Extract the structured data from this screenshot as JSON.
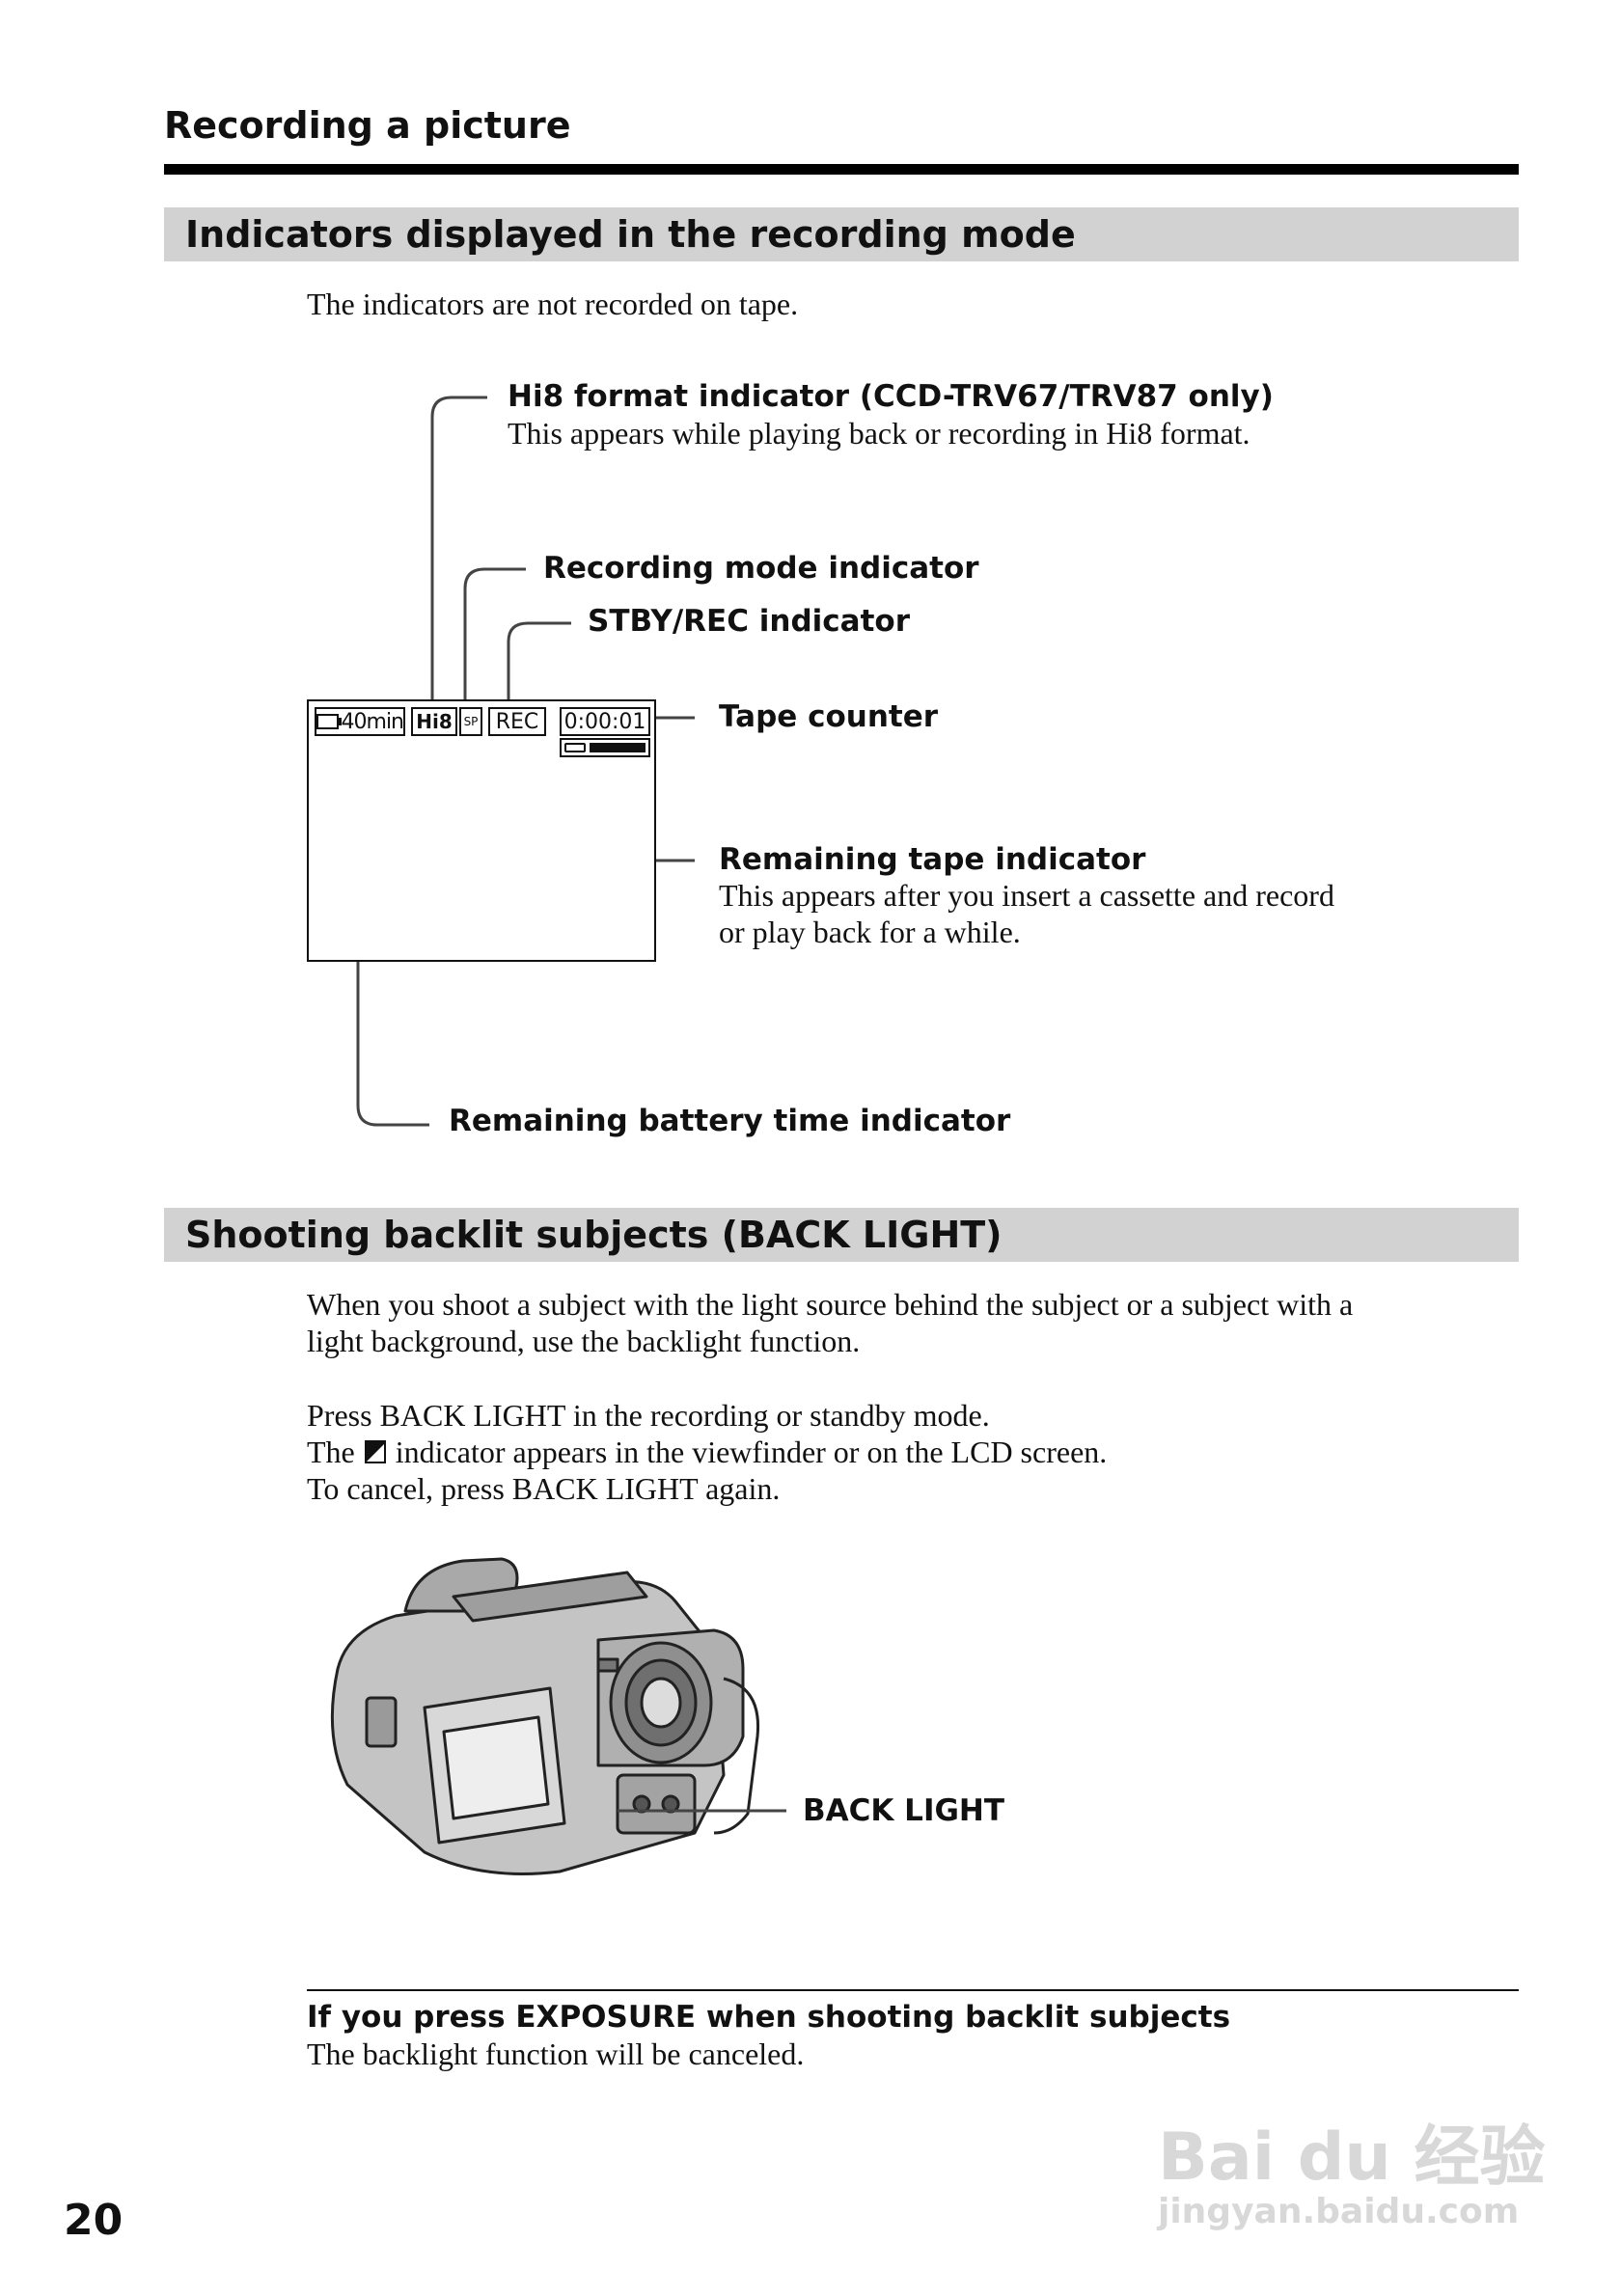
{
  "header": {
    "title": "Recording a picture"
  },
  "section1": {
    "title": "Indicators displayed in the recording mode",
    "intro": "The indicators are not recorded on tape.",
    "lcd": {
      "battery": "40min",
      "format": "Hi8",
      "mode": "SP",
      "status": "REC",
      "counter": "0:00:01"
    },
    "labels": {
      "hi8_title": "Hi8 format indicator (CCD-TRV67/TRV87 only)",
      "hi8_desc": "This appears while playing back or recording in Hi8 format.",
      "rec_mode": "Recording mode indicator",
      "stby_rec": "STBY/REC indicator",
      "tape_counter": "Tape counter",
      "remaining_tape_title": "Remaining tape indicator",
      "remaining_tape_desc_1": "This appears after you insert a cassette and record",
      "remaining_tape_desc_2": "or play back for a while.",
      "battery": "Remaining battery time indicator"
    }
  },
  "section2": {
    "title": "Shooting backlit subjects (BACK LIGHT)",
    "para1_line1": "When you shoot a subject with the light source behind the subject or a subject with a",
    "para1_line2": "light background, use the backlight function.",
    "para2_line1": "Press BACK LIGHT in the recording or standby mode.",
    "para2_line2_pre": "The",
    "para2_line2_post": "indicator appears in the viewfinder or on the LCD screen.",
    "para2_line3": "To cancel, press BACK LIGHT again.",
    "camera_label": "BACK LIGHT",
    "note_title": "If you press EXPOSURE when shooting backlit subjects",
    "note_text": "The backlight function will be canceled."
  },
  "footer": {
    "page_number": "20",
    "watermark_1": "Bai du 经验",
    "watermark_2": "jingyan.baidu.com"
  }
}
